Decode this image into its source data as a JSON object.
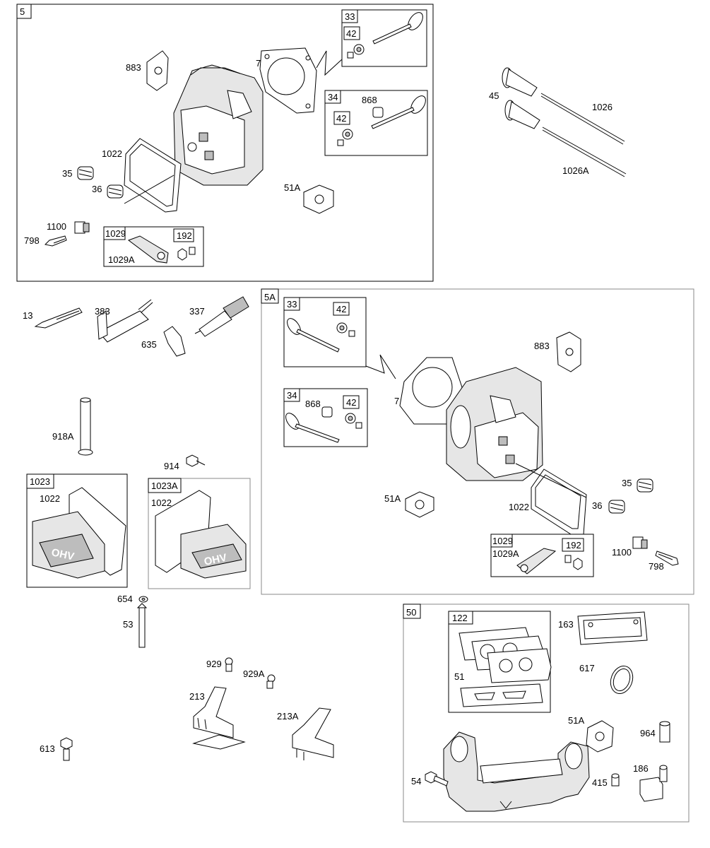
{
  "groups": {
    "g5": "5",
    "g5a": "5A",
    "g50": "50"
  },
  "labels": {
    "p883": "883",
    "p7": "7",
    "p33": "33",
    "p42": "42",
    "p34": "34",
    "p868": "868",
    "p1022": "1022",
    "p35": "35",
    "p36": "36",
    "p51a": "51A",
    "p1100": "1100",
    "p798": "798",
    "p1029": "1029",
    "p1029a": "1029A",
    "p192": "192",
    "p45": "45",
    "p1026": "1026",
    "p1026a": "1026A",
    "p13": "13",
    "p383": "383",
    "p337": "337",
    "p635": "635",
    "p918a": "918A",
    "p914": "914",
    "p1023": "1023",
    "p1023a": "1023A",
    "p654": "654",
    "p53": "53",
    "p929": "929",
    "p929a": "929A",
    "p213": "213",
    "p213a": "213A",
    "p613": "613",
    "p122": "122",
    "p51": "51",
    "p163": "163",
    "p617": "617",
    "p964": "964",
    "p186": "186",
    "p54": "54",
    "p415": "415",
    "ohv": "OHV"
  }
}
